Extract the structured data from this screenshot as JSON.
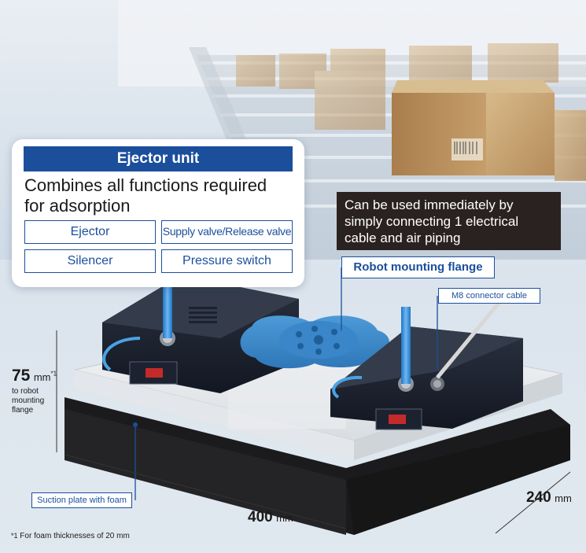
{
  "ejector_panel": {
    "title": "Ejector unit",
    "subtitle_line1": "Combines all functions required",
    "subtitle_line2": "for adsorption",
    "functions": [
      "Ejector",
      "Supply valve/Release valve",
      "Silencer",
      "Pressure switch"
    ]
  },
  "callout": {
    "line1": "Can be used immediately by",
    "line2": "simply connecting 1 electrical",
    "line3": "cable and air piping"
  },
  "labels": {
    "flange": "Robot mounting flange",
    "m8_cable": "M8 connector cable",
    "suction_plate": "Suction plate with foam"
  },
  "dimensions": {
    "height_value": "75",
    "height_unit": "mm",
    "height_mark": "*1",
    "height_note": "to robot mounting flange",
    "width_value": "400",
    "width_unit": "mm",
    "depth_value": "240",
    "depth_unit": "mm"
  },
  "footnote": {
    "mark": "*1",
    "text": "For foam thicknesses of 20 mm"
  },
  "colors": {
    "brand_blue": "#1b4f9c",
    "flange_blue": "#3a86c8",
    "dark_callout": "#2a2220"
  }
}
